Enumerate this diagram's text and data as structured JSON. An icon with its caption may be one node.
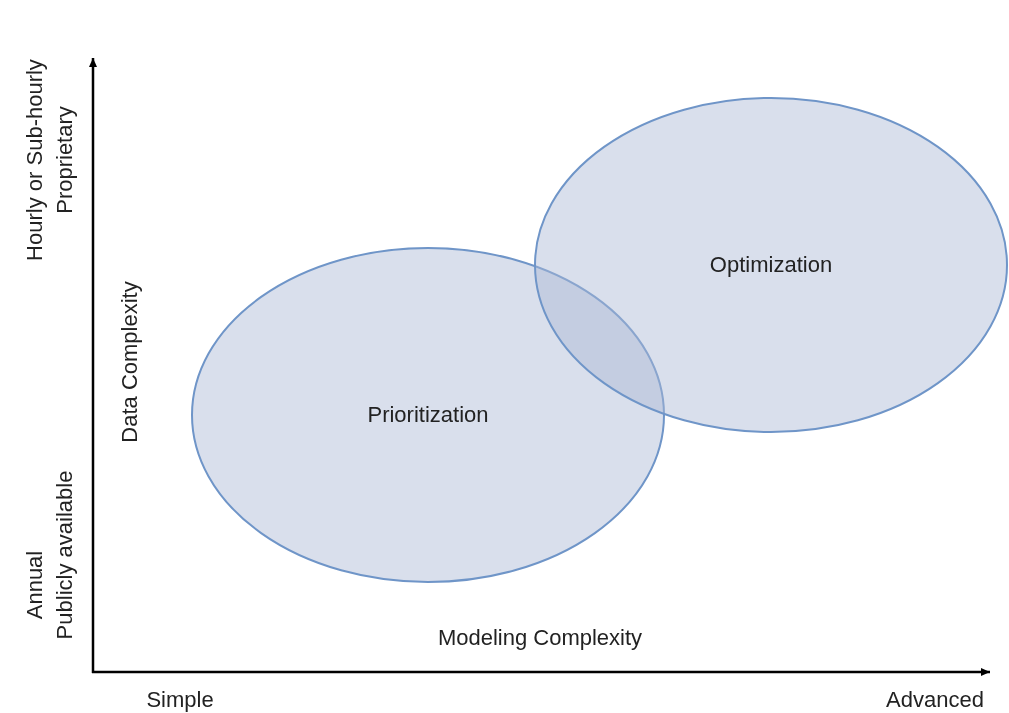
{
  "diagram": {
    "nodes": [
      {
        "text": [
          "Prioritization"
        ]
      },
      {
        "text": [
          "Optimization"
        ]
      }
    ],
    "labels": [
      "Hourly or Sub-hourly",
      "Proprietary",
      "Data Complexity",
      "Annual",
      "Publicly available",
      "Modeling Complexity",
      "Simple",
      "Advanced"
    ]
  }
}
